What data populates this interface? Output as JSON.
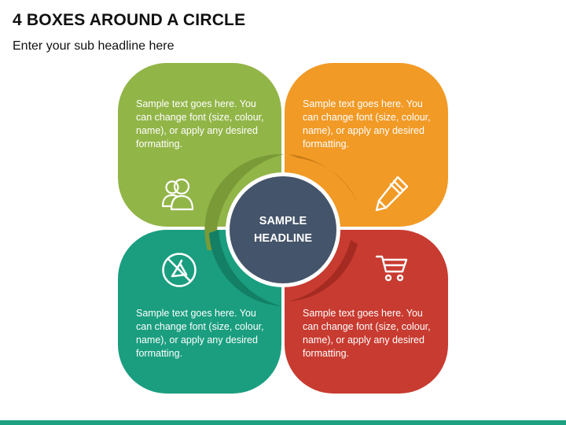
{
  "title": "4 BOXES AROUND A CIRCLE",
  "subtitle": "Enter your sub headline here",
  "center": {
    "line1": "SAMPLE",
    "line2": "HEADLINE"
  },
  "boxes": [
    {
      "text": "Sample text goes here. You can change font (size, colour, name), or apply any desired formatting.",
      "color": "#92b548",
      "icon": "users-icon"
    },
    {
      "text": "Sample text goes here. You can change font (size, colour, name), or apply any desired formatting.",
      "color": "#f19a26",
      "icon": "pencil-icon"
    },
    {
      "text": "Sample text goes here. You can change font (size, colour, name), or apply any desired formatting.",
      "color": "#1a9e7f",
      "icon": "no-entry-icon"
    },
    {
      "text": "Sample text goes here. You can change font (size, colour, name), or apply any desired formatting.",
      "color": "#c83b30",
      "icon": "shopping-cart-icon"
    }
  ],
  "colors": {
    "center": "#44546a",
    "footer": "#1ca07f"
  }
}
